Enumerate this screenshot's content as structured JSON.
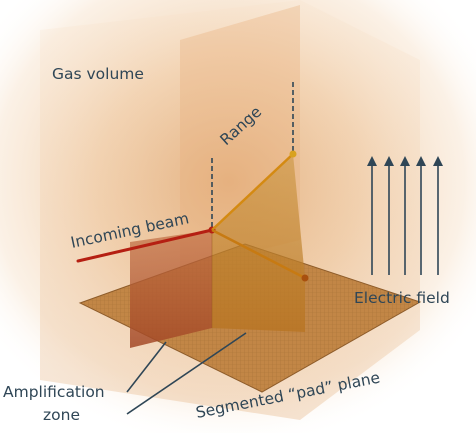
{
  "labels": {
    "gas_volume": "Gas volume",
    "range": "Range",
    "incoming_beam": "Incoming beam",
    "electric_field": "Electric field",
    "amplification_zone_line1": "Amplification",
    "amplification_zone_line2": "zone",
    "pad_plane": "Segmented “pad” plane"
  },
  "colors": {
    "label_text": "#2f4656",
    "gas_volume": "#e8a868",
    "beam": "#b51f12",
    "track": "#d48a12",
    "amplification_zone": "#a8502c",
    "pad_plane": "#c08442",
    "field_arrows": "#2f4656"
  },
  "field_arrow_count": 5
}
